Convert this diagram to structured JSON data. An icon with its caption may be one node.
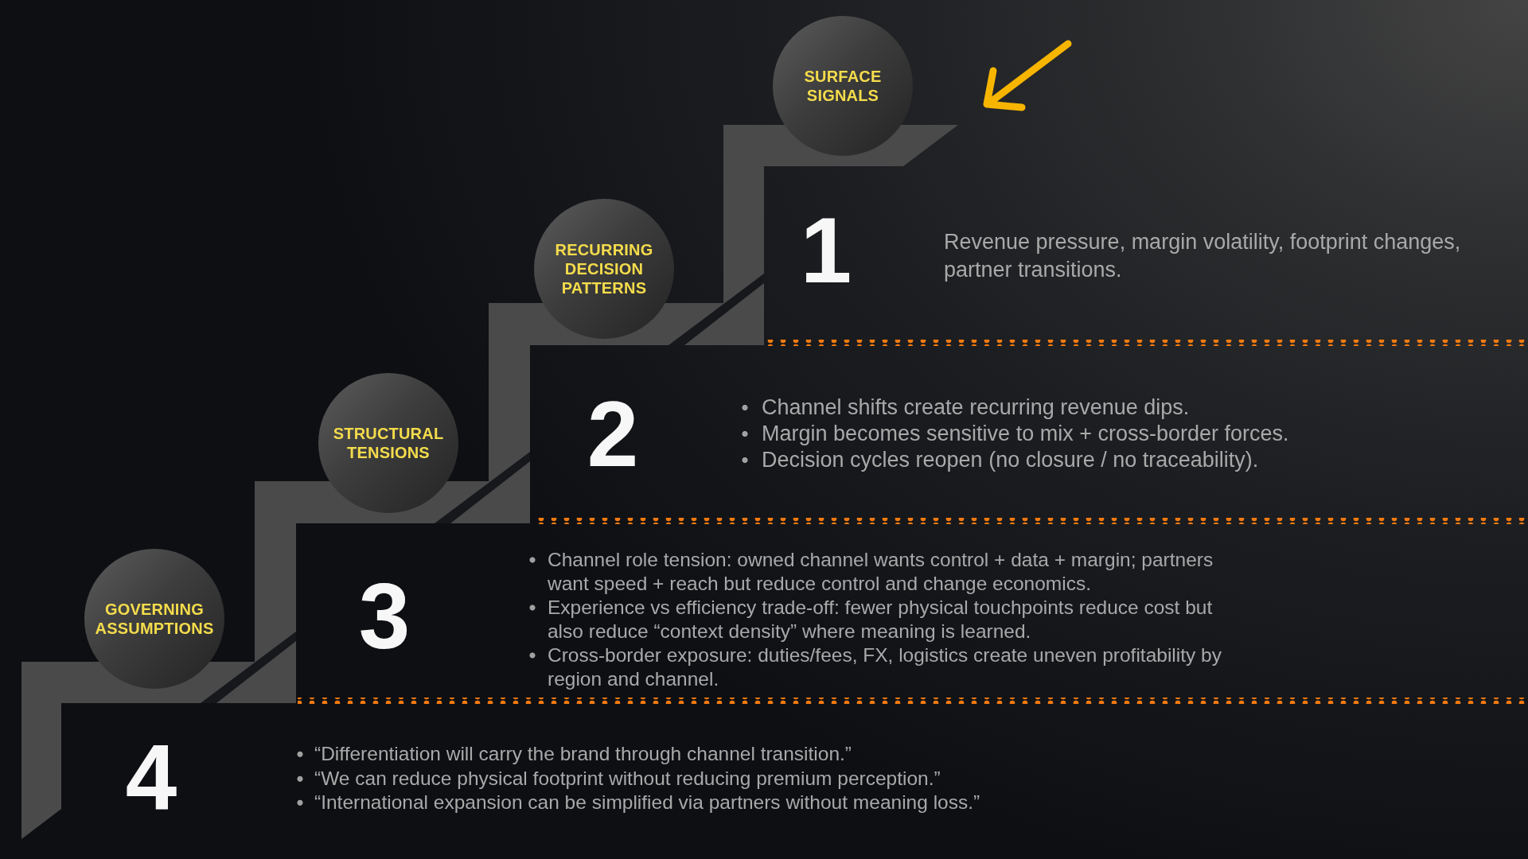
{
  "diagram": {
    "nodes": [
      {
        "text": [
          "SURFACE SIGNALS"
        ]
      },
      {
        "text": [
          "RECURRING DECISION PATTERNS"
        ]
      },
      {
        "text": [
          "STRUCTURAL TENSIONS"
        ]
      },
      {
        "text": [
          "GOVERNING ASSUMPTIONS"
        ]
      }
    ],
    "labels": [
      "1",
      "Revenue pressure, margin volatility, footprint changes, partner transitions.",
      "2",
      "Channel shifts create recurring revenue dips.",
      "Margin becomes sensitive to mix + cross-border forces.",
      "Decision cycles reopen (no closure / no traceability).",
      "3",
      "Channel role tension: owned channel wants control + data + margin; partners want speed + reach but reduce control and change economics.",
      "Experience vs efficiency trade-off: fewer physical touchpoints reduce cost but also reduce “context density” where meaning is learned.",
      "Cross-border exposure: duties/fees, FX, logistics create uneven profitability by region and channel.",
      "4",
      "“Differentiation will carry the brand through channel transition.”",
      "“We can reduce physical footprint without reducing premium perception.”",
      "“International expansion can be simplified via partners without meaning loss.”"
    ]
  }
}
